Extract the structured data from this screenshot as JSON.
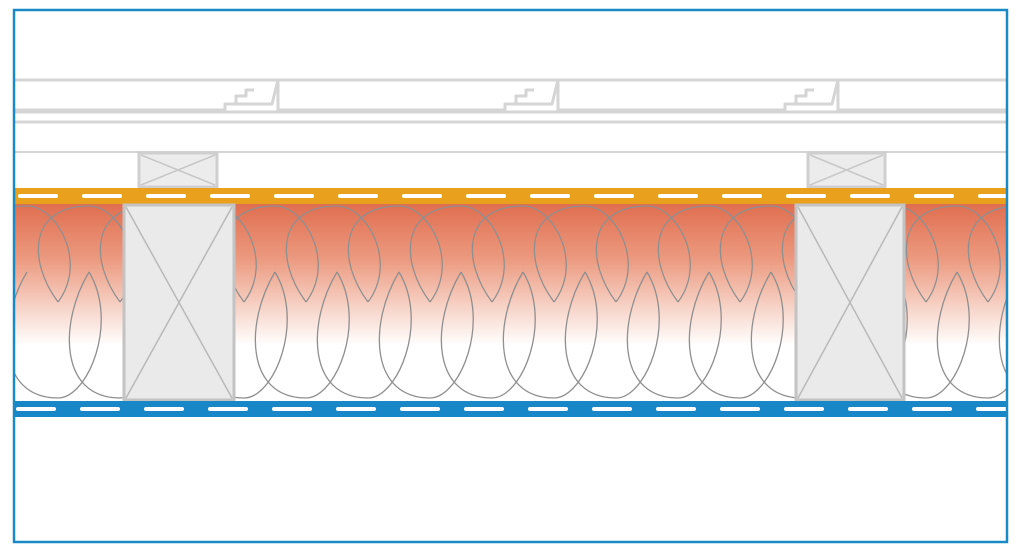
{
  "diagram": {
    "kind": "roof-cross-section",
    "frame_color": "#1a8ac4",
    "layers": [
      {
        "name": "roof-tiles",
        "color": "#d8d8d8"
      },
      {
        "name": "counter-battens",
        "color": "#e6e6e6"
      },
      {
        "name": "sarking-membrane",
        "color": "#e9a01c",
        "dash_color": "#ffffff"
      },
      {
        "name": "insulation",
        "gradient_top": "#e06e50",
        "gradient_bottom": "#ffffff",
        "outline": "#8c8c8c"
      },
      {
        "name": "rafters",
        "color": "#e9e9e9",
        "outline": "#c3c3c3"
      },
      {
        "name": "vapour-barrier",
        "color": "#1887c8",
        "dash_color": "#ffffff"
      }
    ]
  }
}
